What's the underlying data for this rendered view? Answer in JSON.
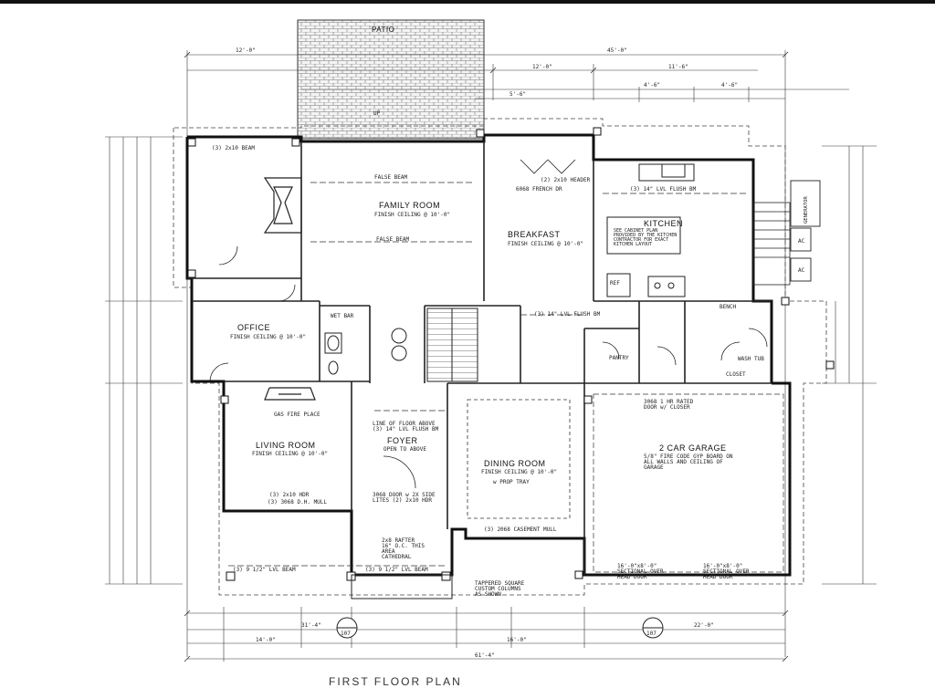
{
  "title": "FIRST FLOOR PLAN",
  "rooms": {
    "patio": "PATIO",
    "family_room": "FAMILY ROOM",
    "family_room_ceiling": "FINISH CEILING @ 10'-0\"",
    "breakfast": "BREAKFAST",
    "breakfast_ceiling": "FINISH CEILING @ 10'-0\"",
    "kitchen": "KITCHEN",
    "kitchen_note": "SEE CABINET PLAN PROVIDED BY THE KITCHEN CONTRACTOR FOR EXACT KITCHEN LAYOUT",
    "office": "OFFICE",
    "office_ceiling": "FINISH CEILING @ 10'-0\"",
    "living_room": "LIVING ROOM",
    "living_room_ceiling": "FINISH CEILING @ 10'-0\"",
    "foyer": "FOYER",
    "foyer_note": "OPEN TO ABOVE",
    "dining_room": "DINING ROOM",
    "dining_room_ceiling": "FINISH CEILING @ 10'-0\"",
    "dining_tray": "w PROP TRAY",
    "garage": "2 CAR GARAGE",
    "garage_note": "5/8\" FIRE CODE GYP BOARD ON ALL WALLS AND CEILING OF GARAGE"
  },
  "labels": {
    "false_beam_1": "FALSE BEAM",
    "false_beam_2": "FALSE BEAM",
    "french_dr": "6068 FRENCH DR",
    "header_top": "(2) 2x10 HEADER",
    "lvl_beam_kitchen": "(3) 14\" LVL FLUSH BM",
    "fire_place": "GAS FIRE PLACE",
    "living_hdr": "(3) 2x10 HDR",
    "living_mull": "(3) 3068 D.H. MULL",
    "door_note": "3068 DOOR w 2X SIDE LITES (2) 2x10 HDR",
    "rafter_note": "2x8 RAFTER 16\" O.C. THIS AREA CATHEDRAL",
    "lvl_beam_front": "(3) 9 1/2\" LVL BEAM",
    "lvl_beam_front_2": "(3) 9 1/2\" LVL BEAM",
    "column_note": "TAPPERED SQUARE CUSTOM COLUMNS AS SHOWN",
    "dining_mull": "(3) 2068 CASEMENT MULL",
    "garage_door_1": "16'-0\"x8'-0\" SECTIONAL OVER HEAD DOOR",
    "garage_door_2": "16'-0\"x8'-0\" SECTIONAL OVER HEAD DOOR",
    "fire_door": "3068 1 HR RATED DOOR w/ CLOSER",
    "pantry": "PANTRY",
    "bench": "BENCH",
    "closet": "CLOSET",
    "wash_tub": "WASH TUB",
    "line_above": "LINE OF FLOOR ABOVE (3) 14\" LVL FLUSH BM",
    "flush_bm": "(3) 14\" LVL FLUSH BM",
    "gas_fp_beam": "(3) 2x10 BEAM",
    "wet_bar": "WET BAR",
    "ref": "REF",
    "ac_1": "AC",
    "ac_2": "AC",
    "generator": "GENERATOR",
    "detail_1": "107",
    "detail_2": "107",
    "up": "UP"
  },
  "dims": {
    "overall_top": "45'-0\"",
    "patio_w": "12'-0\"",
    "d1": "12'-0\"",
    "d2": "11'-6\"",
    "d3": "4'-6\"",
    "d4": "4'-6\"",
    "d5": "5'-6\"",
    "overall_bottom": "61'-4\"",
    "b1": "14'-0\"",
    "b2": "16'-0\"",
    "b3": "31'-4\"",
    "b4": "22'-0\""
  },
  "colors": {
    "ink": "#1a1a1a",
    "paper": "#ffffff",
    "shingle": "#7a7a7a"
  }
}
